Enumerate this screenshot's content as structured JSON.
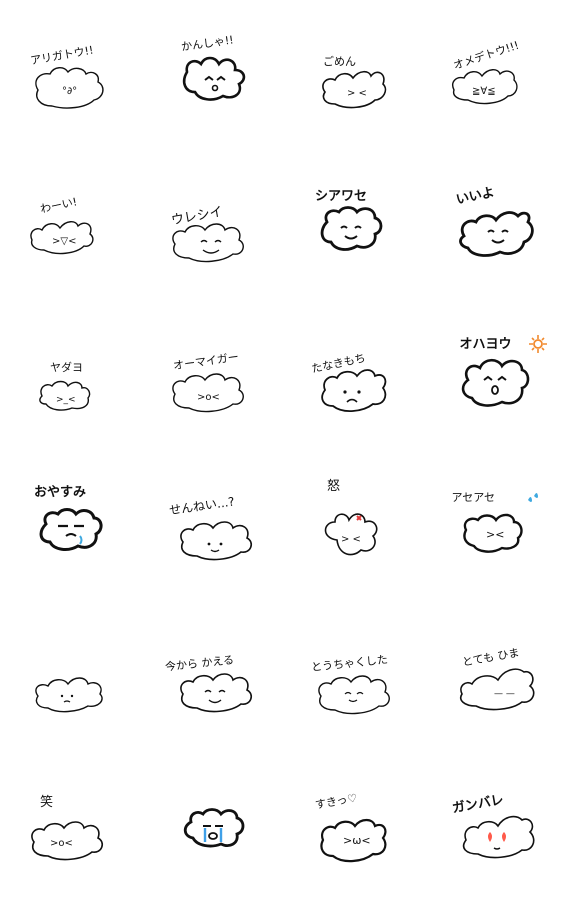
{
  "stickers": [
    {
      "caption": "アリガトウ!!",
      "cap_style": "thin"
    },
    {
      "caption": "かんしゃ!!",
      "cap_style": "thin"
    },
    {
      "caption": "ごめん",
      "cap_style": "thin"
    },
    {
      "caption": "オメデトウ!!!",
      "cap_style": "thin"
    },
    {
      "caption": "わーい!",
      "cap_style": "thin"
    },
    {
      "caption": "ウレシイ",
      "cap_style": "thin"
    },
    {
      "caption": "シアワセ",
      "cap_style": "bold"
    },
    {
      "caption": "いいよ",
      "cap_style": "bold"
    },
    {
      "caption": "ヤダヨ",
      "cap_style": "thin"
    },
    {
      "caption": "オーマイガー",
      "cap_style": "thin"
    },
    {
      "caption": "たなきもち",
      "cap_style": "thin"
    },
    {
      "caption": "オハヨウ",
      "cap_style": "bold"
    },
    {
      "caption": "おやすみ",
      "cap_style": "bold"
    },
    {
      "caption": "せんねい...?",
      "cap_style": "thin"
    },
    {
      "caption": "怒",
      "cap_style": "thin"
    },
    {
      "caption": "アセアセ",
      "cap_style": "thin"
    },
    {
      "caption": "",
      "cap_style": "thin"
    },
    {
      "caption": "今から かえる",
      "cap_style": "thin"
    },
    {
      "caption": "とうちゃくした",
      "cap_style": "thin"
    },
    {
      "caption": "とても ひま",
      "cap_style": "thin"
    },
    {
      "caption": "笑",
      "cap_style": "thin"
    },
    {
      "caption": "",
      "cap_style": "thin"
    },
    {
      "caption": "すきっ♡",
      "cap_style": "thin"
    },
    {
      "caption": "ガンバレ",
      "cap_style": "bold"
    }
  ],
  "colors": {
    "ink": "#111111",
    "sun": "#f28a2e",
    "sweat": "#3fa9e0",
    "anger": "#e23b3b",
    "fire": "#ff5a4a",
    "tears": "#3fa0e8",
    "background": "#ffffff"
  }
}
